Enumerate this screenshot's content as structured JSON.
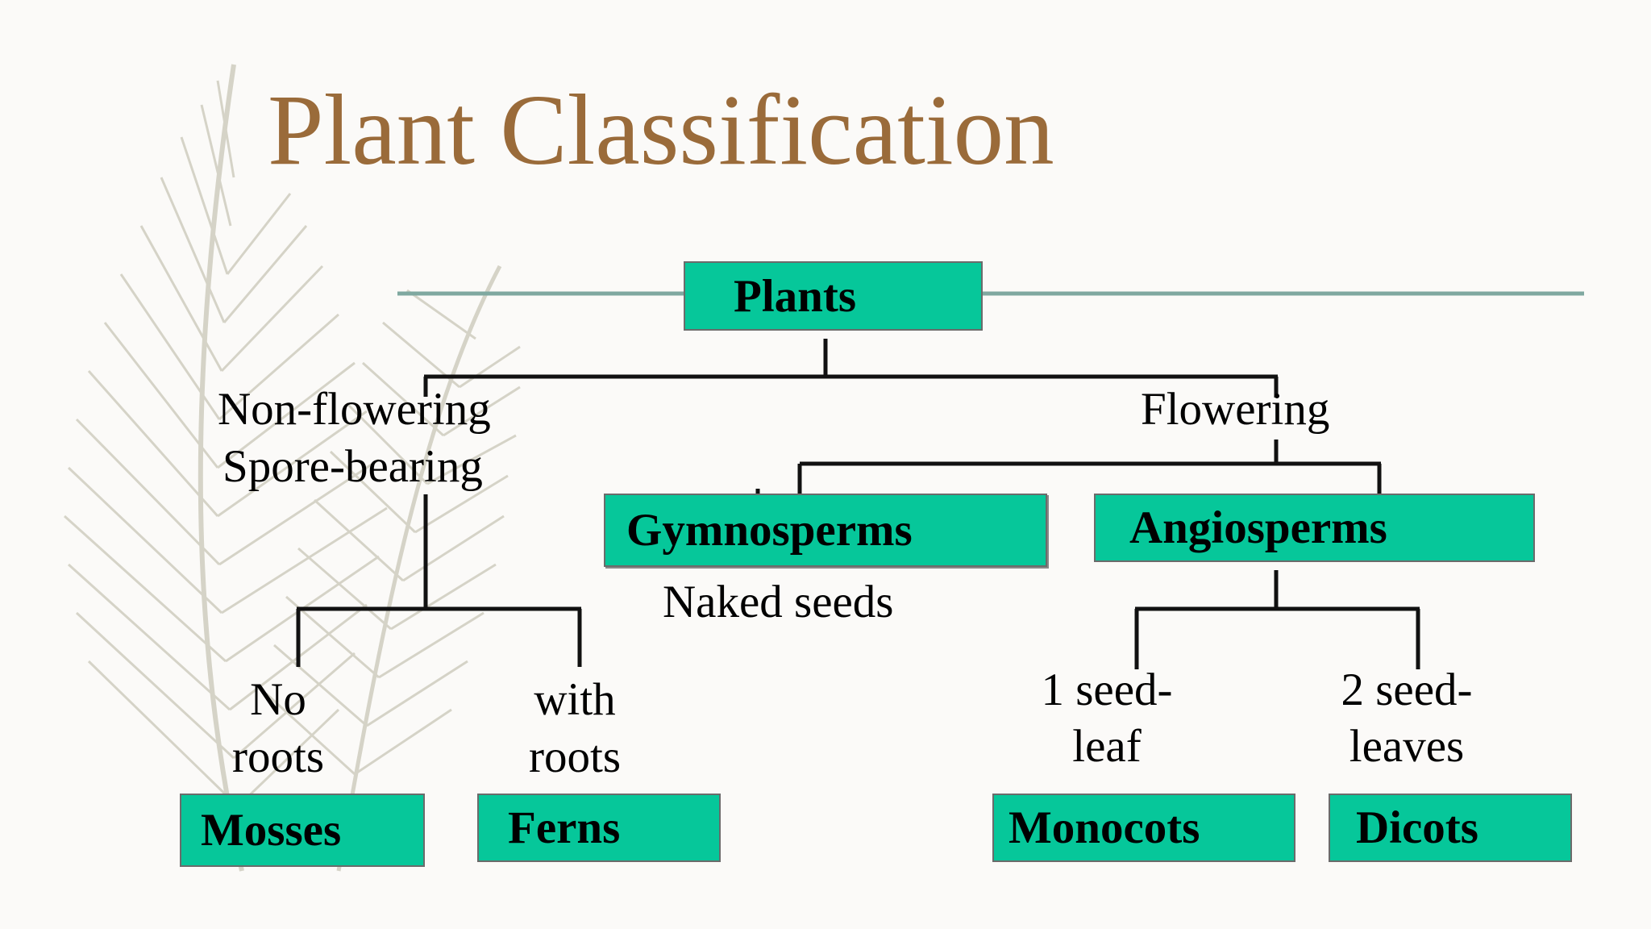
{
  "title": "Plant Classification",
  "nodes": {
    "plants": "Plants",
    "gymnosperms": "Gymnosperms",
    "angiosperms": "Angiosperms",
    "mosses": "Mosses",
    "ferns": "Ferns",
    "monocots": "Monocots",
    "dicots": "Dicots"
  },
  "labels": {
    "non_flowering": "Non-flowering",
    "spore_bearing": "Spore-bearing",
    "flowering": "Flowering",
    "naked_seeds": "Naked seeds",
    "no": "No",
    "roots_left": "roots",
    "with": "with",
    "roots_right": "roots",
    "one_seed": "1 seed-",
    "leaf": "leaf",
    "two_seed": "2 seed-",
    "leaves": "leaves"
  },
  "colors": {
    "box_fill": "#06c79a",
    "title": "#9a6b3a",
    "rule": "#7fa8a0",
    "connector": "#111111",
    "background": "#fbfaf8"
  }
}
